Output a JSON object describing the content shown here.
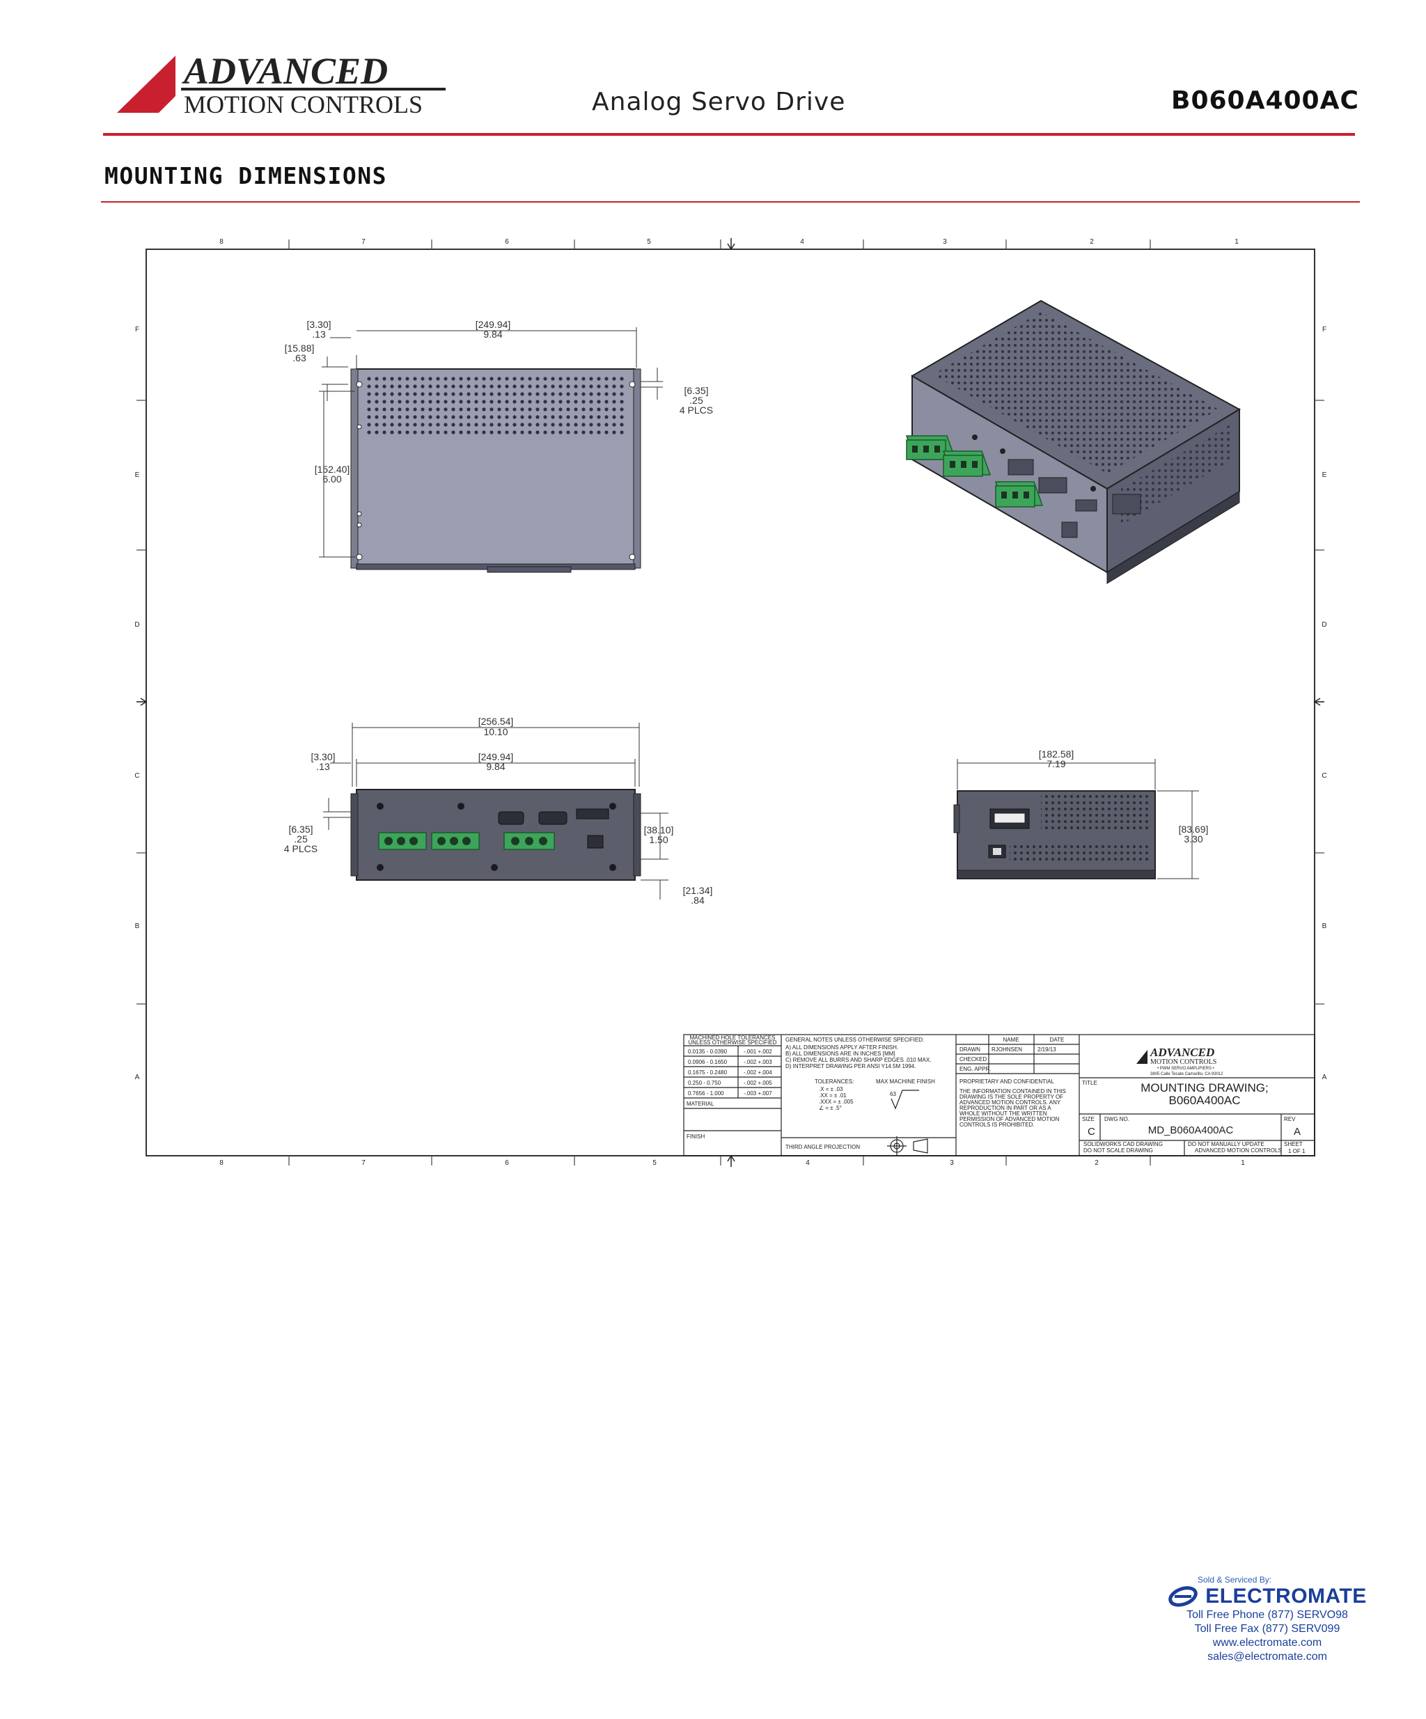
{
  "header": {
    "logo_line1": "ADVANCED",
    "logo_line2": "MOTION CONTROLS",
    "subtitle": "Analog Servo Drive",
    "part_number": "B060A400AC"
  },
  "section": {
    "title": "MOUNTING DIMENSIONS"
  },
  "drawing": {
    "zones_top": [
      "8",
      "7",
      "6",
      "5",
      "4",
      "3",
      "2",
      "1"
    ],
    "zones_side": [
      "F",
      "E",
      "D",
      "C",
      "B",
      "A"
    ],
    "top_view": {
      "d1_mm": "[3.30]",
      "d1_in": ".13",
      "d2_mm": "[249.94]",
      "d2_in": "9.84",
      "d3_mm": "[15.88]",
      "d3_in": ".63",
      "d4_mm": "[6.35]",
      "d4_in": ".25",
      "d4_note": "4 PLCS",
      "d5_mm": "[152.40]",
      "d5_in": "6.00"
    },
    "front_view": {
      "d1_mm": "[256.54]",
      "d1_in": "10.10",
      "d2_mm": "[3.30]",
      "d2_in": ".13",
      "d3_mm": "[249.94]",
      "d3_in": "9.84",
      "d4_mm": "[6.35]",
      "d4_in": ".25",
      "d4_note": "4 PLCS",
      "d5_mm": "[38.10]",
      "d5_in": "1.50",
      "d6_mm": "[21.34]",
      "d6_in": ".84"
    },
    "side_view": {
      "d1_mm": "[182.58]",
      "d1_in": "7.19",
      "d2_mm": "[83.69]",
      "d2_in": "3.30"
    },
    "title_block": {
      "tol_header1": "MACHINED HOLE TOLERANCES",
      "tol_header2": "UNLESS OTHERWISE SPECIFIED",
      "tol_rows": [
        [
          "0.0135 - 0.0390",
          "-.001 +.002"
        ],
        [
          "0.0906 - 0.1650",
          "-.002 +.003"
        ],
        [
          "0.1675 - 0.2480",
          "-.002 +.004"
        ],
        [
          "0.250 - 0.750",
          "-.002 +.005"
        ],
        [
          "0.7656 - 1.000",
          "-.003 +.007"
        ]
      ],
      "material": "MATERIAL",
      "finish": "FINISH",
      "notes_header": "GENERAL NOTES UNLESS OTHERWISE SPECIFIED:",
      "notes": [
        "A) ALL DIMENSIONS APPLY AFTER FINISH.",
        "B) ALL DIMENSIONS ARE IN INCHES [MM]",
        "C) REMOVE ALL BURRS AND SHARP EDGES .010 MAX.",
        "D) INTERPRET DRAWING PER ANSI Y14.5M 1994."
      ],
      "tolerances": "TOLERANCES:",
      "tol_values": [
        ".X = ± .03",
        ".XX = ± .01",
        ".XXX = ± .005",
        "∠ = ± .5°"
      ],
      "max_finish": "MAX MACHINE FINISH",
      "finish_value": "63",
      "projection": "THIRD ANGLE PROJECTION",
      "name_col": "NAME",
      "date_col": "DATE",
      "drawn": "DRAWN",
      "drawn_name": "RJOHNSEN",
      "drawn_date": "2/19/13",
      "checked": "CHECKED",
      "eng_appr": "ENG. APPR.",
      "proprietary": "PROPRIETARY AND CONFIDENTIAL",
      "prop_text": [
        "THE INFORMATION CONTAINED IN THIS",
        "DRAWING IS THE SOLE PROPERTY OF",
        "ADVANCED MOTION CONTROLS. ANY",
        "REPRODUCTION IN PART OR AS A",
        "WHOLE WITHOUT THE WRITTEN",
        "PERMISSION OF ADVANCED MOTION",
        "CONTROLS IS PROHIBITED."
      ],
      "company1": "ADVANCED",
      "company2": "MOTION CONTROLS",
      "company3": "• PWM SERVO AMPLIFIERS •",
      "company4": "3805 Calle Tecate Camarillo, CA 93012",
      "title_label": "TITLE",
      "title1": "MOUNTING DRAWING;",
      "title2": "B060A400AC",
      "size_label": "SIZE",
      "size": "C",
      "dwg_label": "DWG NO.",
      "dwg_no": "MD_B060A400AC",
      "rev_label": "REV",
      "rev": "A",
      "cad1": "SOLIDWORKS CAD DRAWING",
      "cad2": "DO NOT SCALE DRAWING",
      "manual1": "DO NOT MANUALLY UPDATE",
      "manual2": "ADVANCED MOTION CONTROLS",
      "sheet_label": "SHEET",
      "sheet": "1 OF 1"
    }
  },
  "footer": {
    "sold_by": "Sold & Serviced By:",
    "brand": "ELECTROMATE",
    "phone": "Toll Free Phone  (877) SERVO98",
    "fax": "Toll Free Fax  (877) SERV099",
    "web": "www.electromate.com",
    "email": "sales@electromate.com"
  },
  "colors": {
    "accent_red": "#c8202e",
    "footer_blue": "#1a3e9a",
    "drive_grey": "#8f93a6",
    "terminal_green": "#3da55a"
  }
}
